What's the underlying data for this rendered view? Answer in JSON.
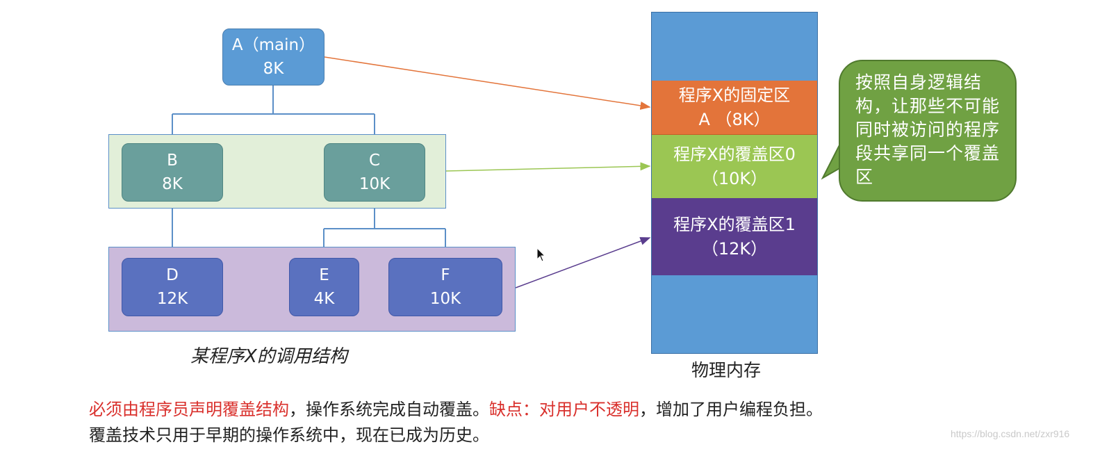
{
  "tree": {
    "node_a": {
      "name": "A（main）",
      "size": "8K"
    },
    "node_b": {
      "name": "B",
      "size": "8K"
    },
    "node_c": {
      "name": "C",
      "size": "10K"
    },
    "node_d": {
      "name": "D",
      "size": "12K"
    },
    "node_e": {
      "name": "E",
      "size": "4K"
    },
    "node_f": {
      "name": "F",
      "size": "10K"
    },
    "caption": "某程序X的调用结构"
  },
  "memory": {
    "fixed_line1": "程序X的固定区",
    "fixed_line2": "A （8K）",
    "overlay0_line1": "程序X的覆盖区0",
    "overlay0_line2": "（10K）",
    "overlay1_line1": "程序X的覆盖区1",
    "overlay1_line2": "（12K）",
    "caption": "物理内存"
  },
  "callout": {
    "text": "按照自身逻辑结构，让那些不可能同时被访问的程序段共享同一个覆盖区"
  },
  "notes": {
    "line1_red1": "必须由程序员声明覆盖结构",
    "line1_black1": "，操作系统完成自动覆盖。",
    "line1_red2": "缺点：对用户不透明",
    "line1_black2": "，增加了用户编程负担。",
    "line2": "覆盖技术只用于早期的操作系统中，现在已成为历史。"
  },
  "watermark": "https://blog.csdn.net/zxr916",
  "colors": {
    "tree_line": "#5b8fc7",
    "arrow_fixed": "#e3743a",
    "arrow_overlay0": "#9bc653",
    "arrow_overlay1": "#5a3d8e"
  }
}
